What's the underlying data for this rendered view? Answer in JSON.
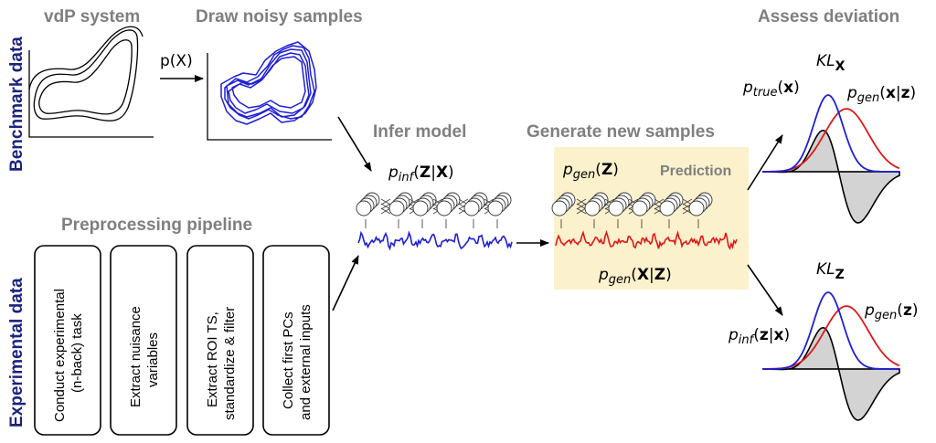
{
  "titles": {
    "vdp_system": "vdP system",
    "draw_noisy": "Draw noisy samples",
    "infer_model": "Infer model",
    "generate_new": "Generate new samples",
    "assess_deviation": "Assess deviation",
    "preprocessing": "Preprocessing pipeline"
  },
  "side_labels": {
    "benchmark": "Benchmark data",
    "experimental": "Experimental data"
  },
  "math": {
    "p_x": "p(X)",
    "p_inf_zx": "p_inf(Z|X)",
    "p_gen_z": "p_gen(Z)",
    "p_gen_xz": "p_gen(X|Z)",
    "kl_x": "KL_X",
    "p_true_x": "p_true(x)",
    "p_gen_x_given_z": "p_gen(x|z)",
    "kl_z": "KL_Z",
    "p_inf_z_given_x": "p_inf(z|x)",
    "p_gen_z_small": "p_gen(z)"
  },
  "prediction_label": "Prediction",
  "pipeline_steps": [
    {
      "line1": "Conduct experimental",
      "line2": "(n-back) task"
    },
    {
      "line1": "Extract nuisance",
      "line2": "variables"
    },
    {
      "line1": "Extract ROI TS,",
      "line2": "standardize & filter"
    },
    {
      "line1": "Collect first PCs",
      "line2": "and external inputs"
    }
  ],
  "colors": {
    "title_gray": "#7f7f7f",
    "side_navy": "#1a237e",
    "blue_series": "#1f1fd6",
    "red_series": "#e01818",
    "highlight_bg": "#fbf1cc"
  }
}
